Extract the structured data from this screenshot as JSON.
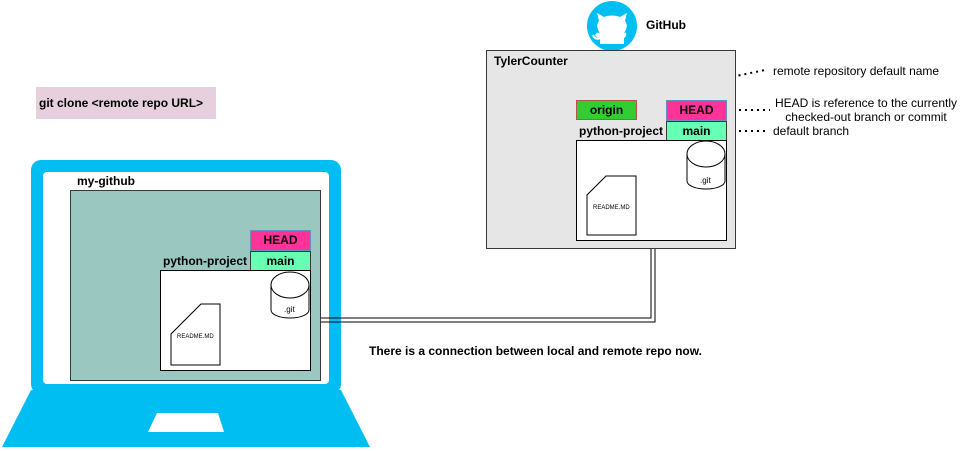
{
  "command": "git clone <remote repo URL>",
  "remote": {
    "service": "GitHub",
    "user": "TylerCounter",
    "remote_name": "origin",
    "head": "HEAD",
    "branch": "main",
    "repo": "python-project",
    "git_dir": ".git",
    "file": "README.MD"
  },
  "annotations": {
    "remote_name_note": "remote repository default name",
    "head_note_line1": "HEAD is reference to the currently",
    "head_note_line2": "checked-out branch or commit",
    "branch_note": "default branch"
  },
  "local": {
    "user": "my-github",
    "head": "HEAD",
    "branch": "main",
    "repo": "python-project",
    "git_dir": ".git",
    "file": "README.MD"
  },
  "note": "There is a connection between local and remote repo now.",
  "colors": {
    "laptop": "#00bef2",
    "local_bg": "#9ac7bf",
    "remote_bg": "#e6e6e6",
    "command_bg": "#e6d0de",
    "origin": "#33cc33",
    "head": "#ff3399",
    "main": "#66ffb3"
  },
  "icons": [
    "github-cat-icon",
    "laptop-icon",
    "database-icon",
    "document-icon"
  ]
}
